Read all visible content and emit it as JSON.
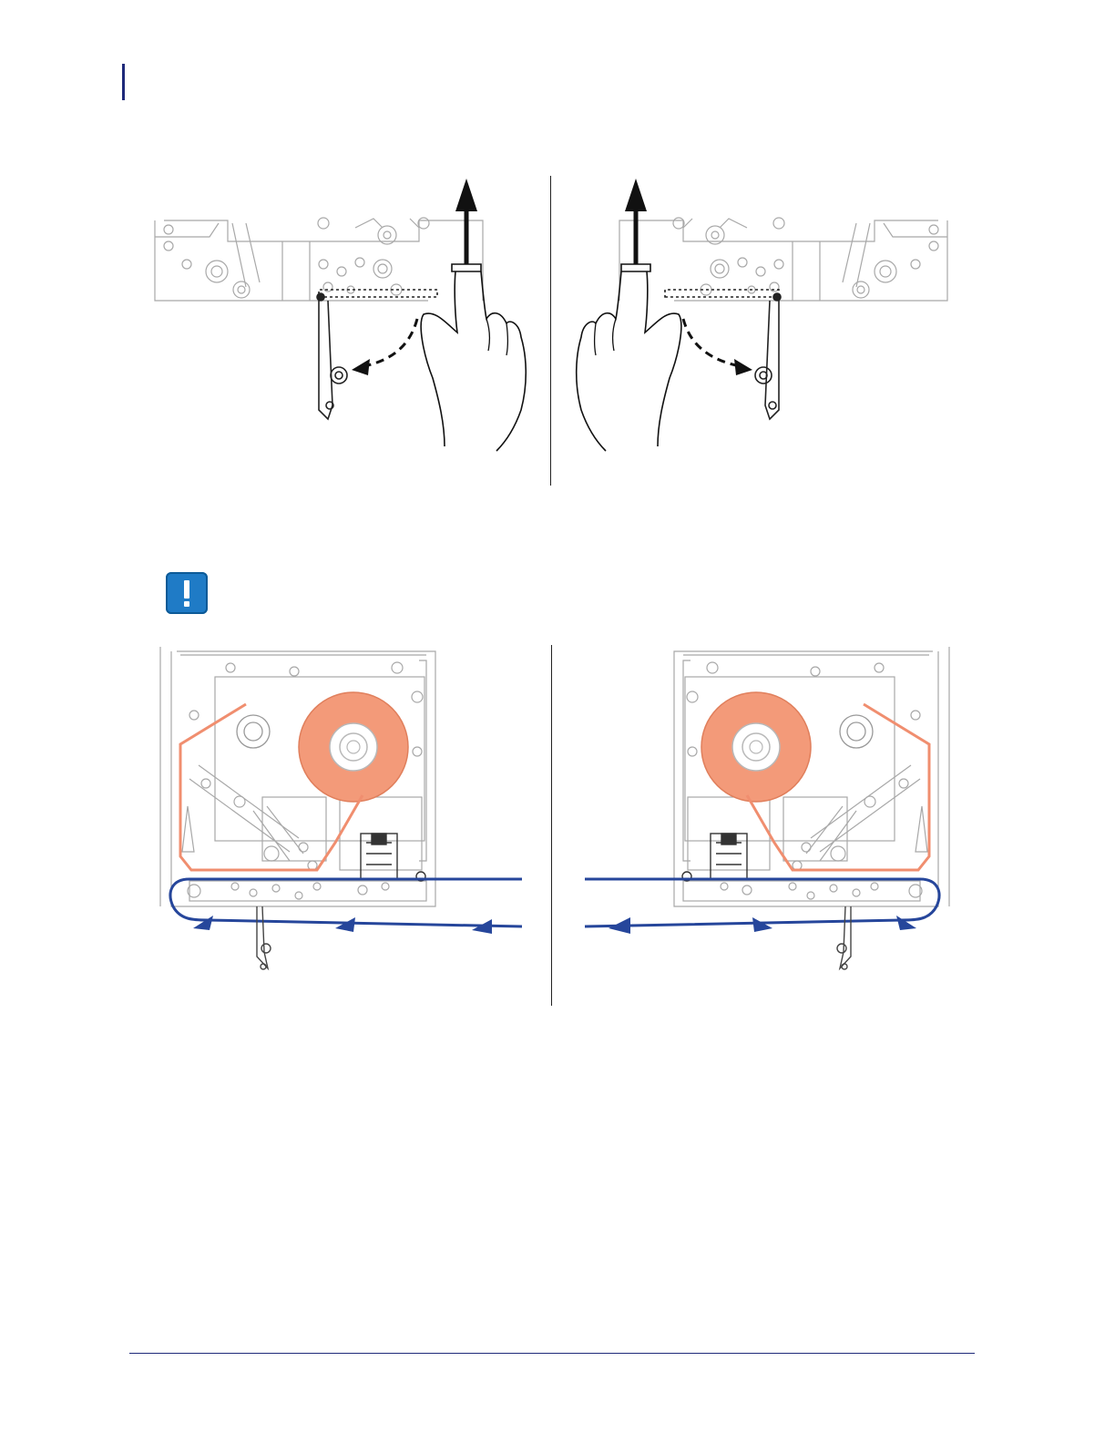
{
  "page": {
    "colors": {
      "rule": "#1f2a7a",
      "caution": "#1f7bc6",
      "ribbon": "#f08e6f",
      "media_path": "#26469b",
      "line_art": "#9a9a9a"
    }
  },
  "caution": {
    "icon": "exclamation-icon",
    "symbol": "!"
  },
  "figures": {
    "top_left": {
      "icon": "printhead-open-left-hand-illustration"
    },
    "top_right": {
      "icon": "printhead-open-right-hand-illustration"
    },
    "bottom_left": {
      "icon": "media-ribbon-path-left-hand-illustration"
    },
    "bottom_right": {
      "icon": "media-ribbon-path-right-hand-illustration"
    }
  }
}
